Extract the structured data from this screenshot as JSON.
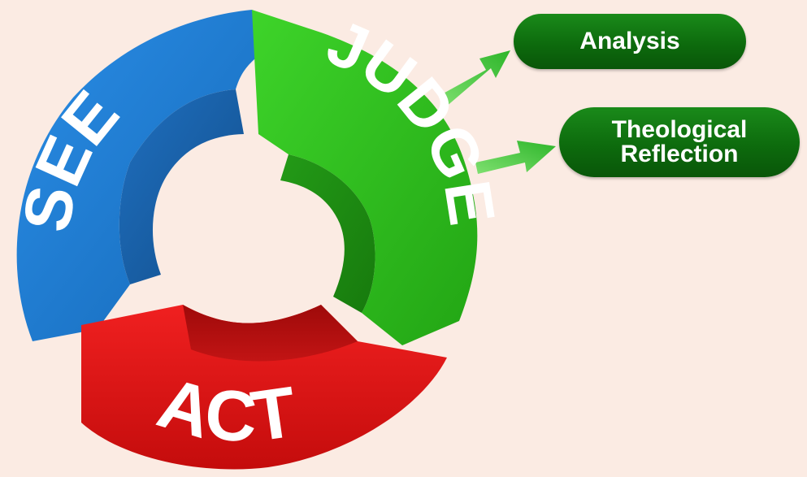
{
  "cycle": {
    "see": "SEE",
    "judge": "JUDGE",
    "act": "ACT"
  },
  "outputs": {
    "analysis": "Analysis",
    "reflection_line1": "Theological",
    "reflection_line2": "Reflection"
  },
  "colors": {
    "see": "#1e7fd6",
    "judge": "#2ec21a",
    "act": "#e01414",
    "pill": "#0d6b0d",
    "background": "#fbebe3"
  }
}
